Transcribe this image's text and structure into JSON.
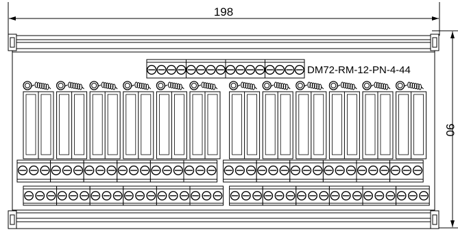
{
  "drawing": {
    "width_dimension": "198",
    "height_dimension": "90",
    "model_label": "DM72-RM-12-PN-4-44",
    "relay_count": 12,
    "relays_per_group": 6,
    "top_terminal_groups": 4,
    "terminals_per_top_group": 4,
    "mid_terminal_blocks": 12,
    "screws_per_mid_block": 3,
    "bottom_terminal_blocks": 12,
    "screws_per_bottom_block": 3,
    "line_color": "#000000",
    "background_color": "#ffffff"
  }
}
